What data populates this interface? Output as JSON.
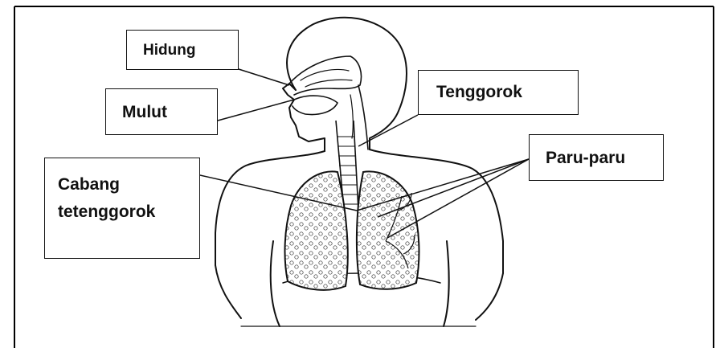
{
  "labels": {
    "hidung": "Hidung",
    "mulut": "Mulut",
    "tenggorok": "Tenggorok",
    "paru_paru": "Paru-paru",
    "cabang_line1": "Cabang",
    "cabang_line2": "tetenggorok"
  }
}
